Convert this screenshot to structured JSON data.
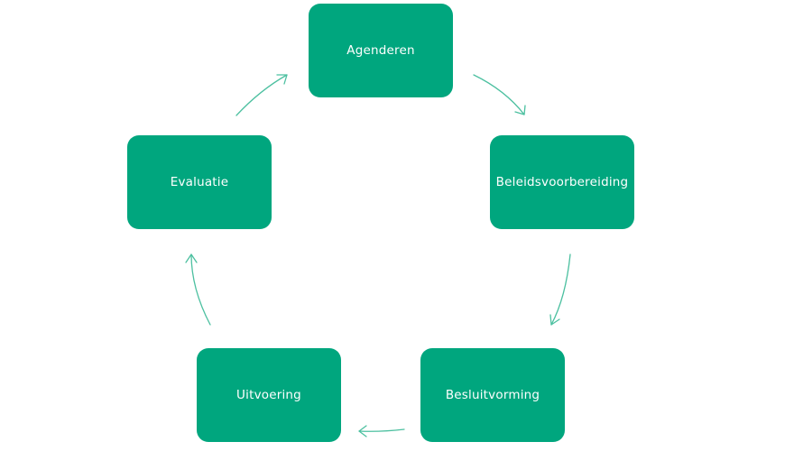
{
  "colors": {
    "node_fill": "#00a67e",
    "arrow": "#4cc0a0",
    "text": "#ffffff"
  },
  "cycle": {
    "steps": [
      {
        "label": "Agenderen"
      },
      {
        "label": "Beleidsvoorbereiding"
      },
      {
        "label": "Besluitvorming"
      },
      {
        "label": "Uitvoering"
      },
      {
        "label": "Evaluatie"
      }
    ]
  }
}
